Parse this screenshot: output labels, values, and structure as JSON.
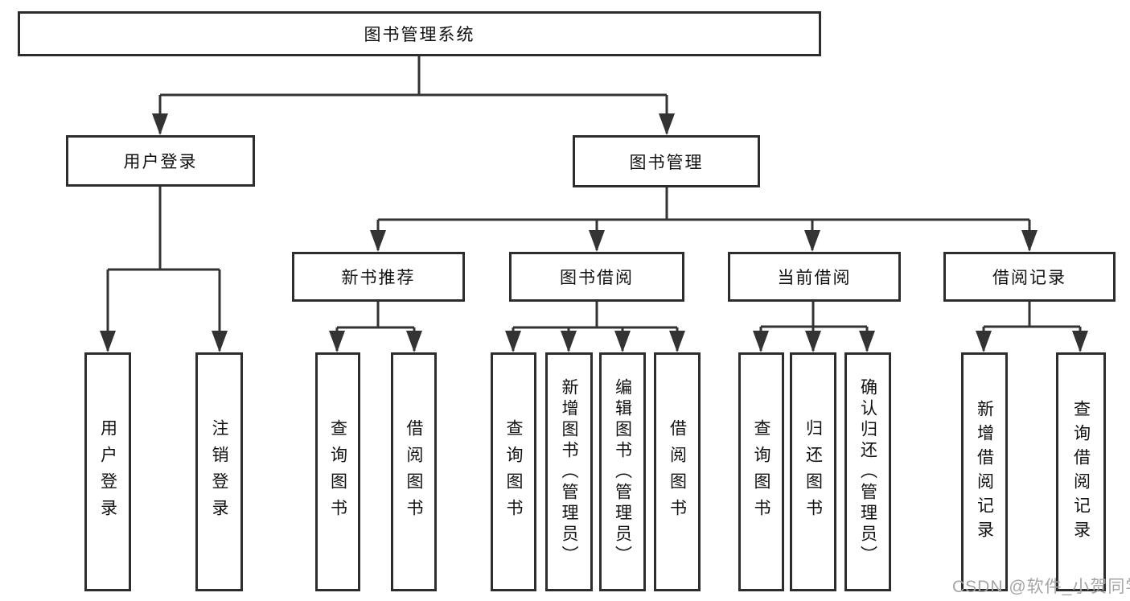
{
  "title_box": "图书管理系统",
  "branches": [
    {
      "label": "用户登录",
      "children": [
        {
          "label": "用户登录"
        },
        {
          "label": "注销登录"
        }
      ]
    },
    {
      "label": "图书管理",
      "children": [
        {
          "label": "新书推荐",
          "children": [
            {
              "label": "查询图书"
            },
            {
              "label": "借阅图书"
            }
          ]
        },
        {
          "label": "图书借阅",
          "children": [
            {
              "label": "查询图书"
            },
            {
              "label": "新增图书（管理员）"
            },
            {
              "label": "编辑图书（管理员）"
            },
            {
              "label": "借阅图书"
            }
          ]
        },
        {
          "label": "当前借阅",
          "children": [
            {
              "label": "查询图书"
            },
            {
              "label": "归还图书"
            },
            {
              "label": "确认归还（管理员）"
            }
          ]
        },
        {
          "label": "借阅记录",
          "children": [
            {
              "label": "新增借阅记录"
            },
            {
              "label": "查询借阅记录"
            }
          ]
        }
      ]
    }
  ],
  "watermark": "CSDN @软件_小贺同学",
  "colors": {
    "line": "#333333",
    "box_border": "#2d2d2d",
    "text": "#111111",
    "watermark": "#a5a5a5",
    "background": "#ffffff"
  }
}
